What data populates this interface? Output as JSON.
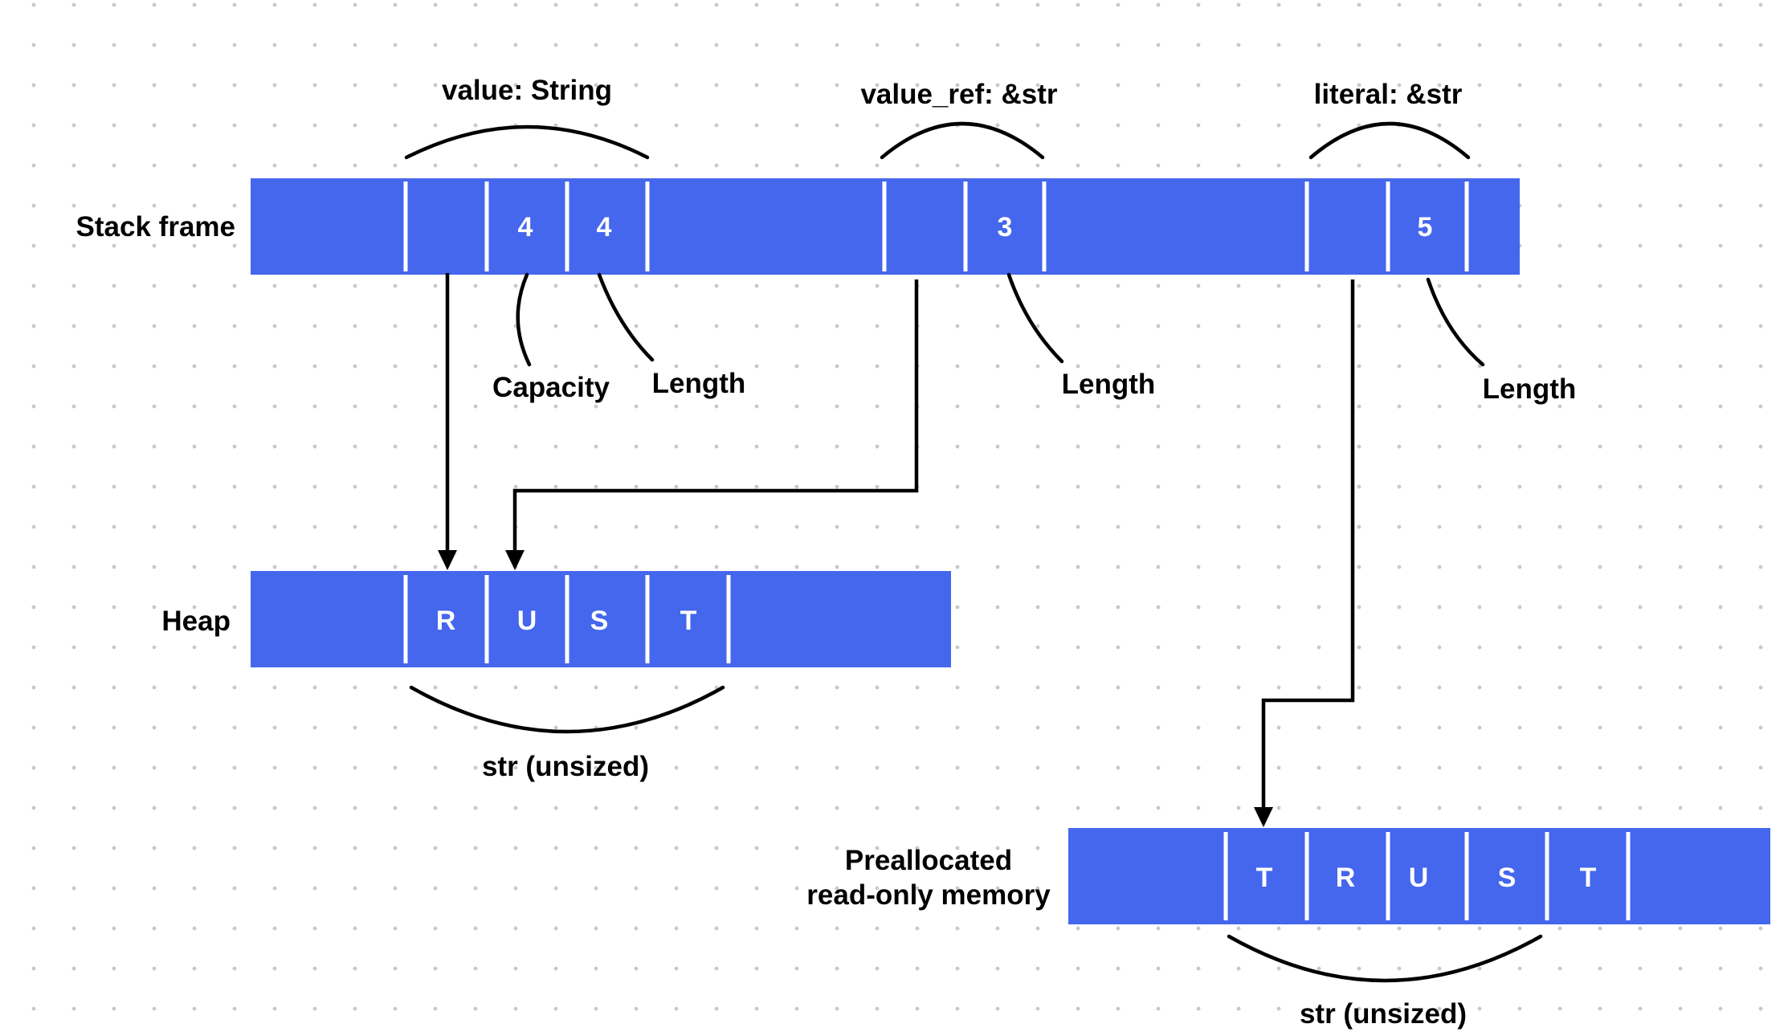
{
  "regions": {
    "stack": "Stack frame",
    "heap": "Heap",
    "rodata": [
      "Preallocated",
      "read-only memory"
    ]
  },
  "variables": {
    "value": "value: String",
    "value_ref": "value_ref: &str",
    "literal": "literal: &str"
  },
  "stack_cells": {
    "value_capacity": "4",
    "value_length": "4",
    "value_ref_length": "3",
    "literal_length": "5"
  },
  "field_labels": {
    "capacity": "Capacity",
    "length": "Length"
  },
  "heap_chars": [
    "R",
    "U",
    "S",
    "T"
  ],
  "rodata_chars": [
    "T",
    "R",
    "U",
    "S",
    "T"
  ],
  "slice_label": "str (unsized)",
  "colors": {
    "memory_block": "#4567ed",
    "cell_divider": "#ffffff",
    "ink": "#000000",
    "grid_dot": "#c9c9c9"
  }
}
